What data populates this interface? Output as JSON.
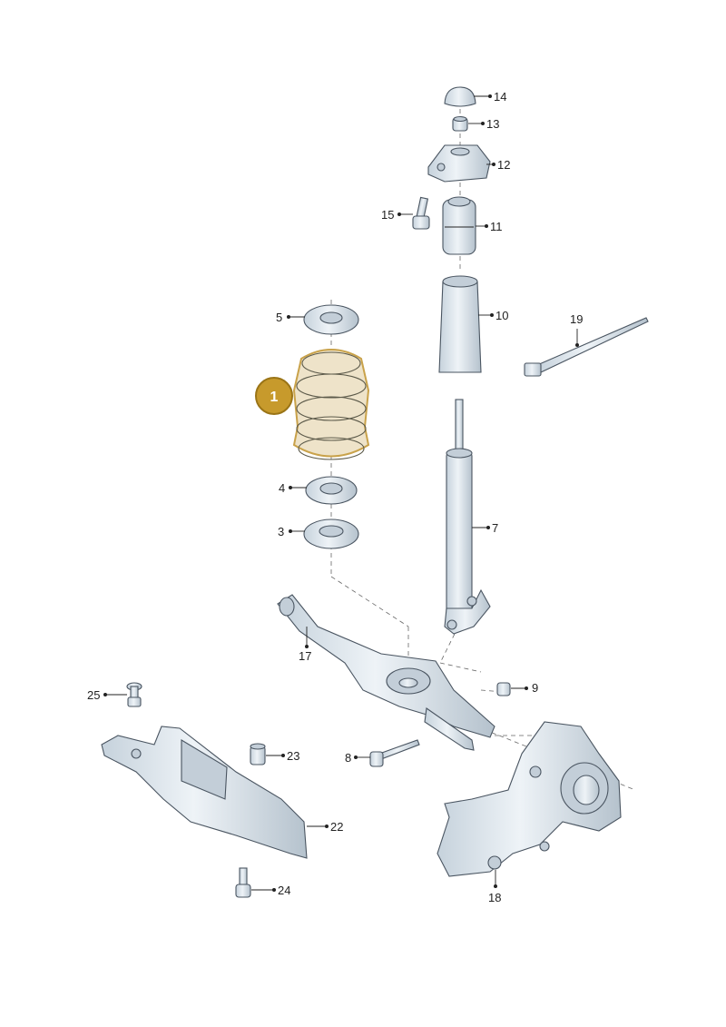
{
  "highlight": {
    "badge_label": "1",
    "accent_color": "#c79a2c"
  },
  "callouts": {
    "p3": "3",
    "p4": "4",
    "p5": "5",
    "p7": "7",
    "p8": "8",
    "p9": "9",
    "p10": "10",
    "p11": "11",
    "p12": "12",
    "p13": "13",
    "p14": "14",
    "p15": "15",
    "p17": "17",
    "p18": "18",
    "p19": "19",
    "p22": "22",
    "p23": "23",
    "p24": "24",
    "p25": "25"
  }
}
